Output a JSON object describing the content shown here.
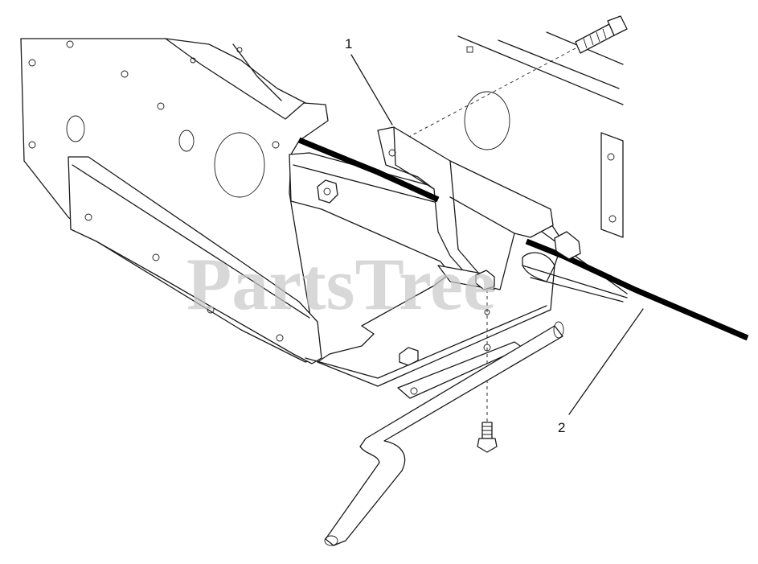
{
  "diagram": {
    "callouts": [
      {
        "label": "1"
      },
      {
        "label": "2"
      }
    ],
    "watermark": "PartsTree",
    "colors": {
      "line": "#1a1a1a",
      "cable": "#000000",
      "watermark": "#c8c8c8",
      "background": "#ffffff"
    }
  }
}
